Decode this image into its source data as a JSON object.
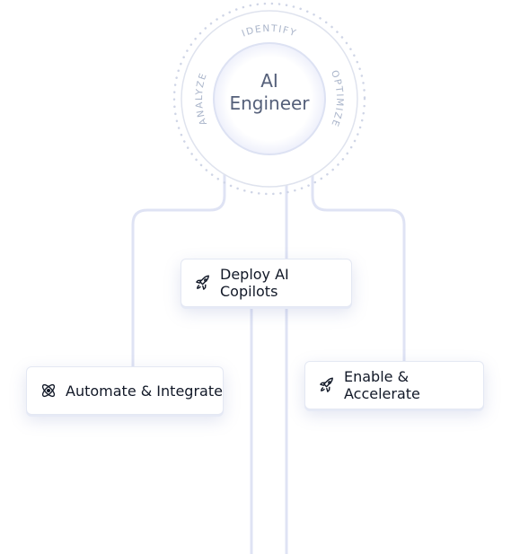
{
  "hub": {
    "line1": "AI",
    "line2": "Engineer",
    "ring_words": [
      "IDENTIFY",
      "OPTIMIZE",
      "ANALYZE"
    ]
  },
  "cards": {
    "deploy": {
      "label": "Deploy AI Copilots",
      "icon": "rocket-icon"
    },
    "automate": {
      "label": "Automate & Integrate",
      "icon": "atom-icon"
    },
    "enable": {
      "label": "Enable & Accelerate",
      "icon": "rocket-icon"
    }
  },
  "colors": {
    "line": "#dfe3f4",
    "line_accent": "#5b5ce6",
    "ring_text": "#aab5ca",
    "hub_text": "#55607a"
  }
}
